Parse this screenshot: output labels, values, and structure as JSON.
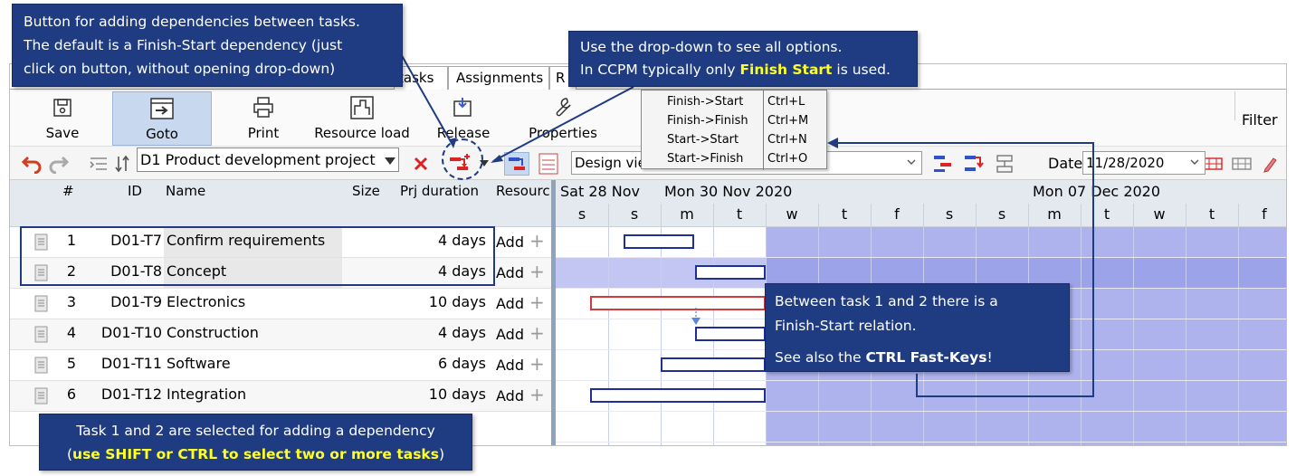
{
  "tabs": [
    {
      "label": "tasks"
    },
    {
      "label": "Assignments"
    },
    {
      "label": "R"
    }
  ],
  "ribbon": {
    "save": "Save",
    "goto": "Goto",
    "print": "Print",
    "resource_load": "Resource load",
    "release": "Release",
    "properties": "Properties",
    "filter": "Filter"
  },
  "toolbar": {
    "project": "D1 Product development project",
    "design_view": "Design view",
    "date_label": "Date",
    "date_value": "11/28/2020"
  },
  "grid": {
    "headers": {
      "num": "#",
      "id": "ID",
      "name": "Name",
      "size": "Size",
      "prj_duration": "Prj duration",
      "resource": "Resource"
    },
    "rows": [
      {
        "num": "1",
        "id": "D01-T7",
        "name": "Confirm requirements",
        "size": "",
        "duration": "4 days",
        "resource": "Add",
        "selected": true
      },
      {
        "num": "2",
        "id": "D01-T8",
        "name": "Concept",
        "size": "",
        "duration": "4 days",
        "resource": "Add",
        "selected": true
      },
      {
        "num": "3",
        "id": "D01-T9",
        "name": "Electronics",
        "size": "",
        "duration": "10 days",
        "resource": "Add",
        "selected": false
      },
      {
        "num": "4",
        "id": "D01-T10",
        "name": "Construction",
        "size": "",
        "duration": "4 days",
        "resource": "Add",
        "selected": false
      },
      {
        "num": "5",
        "id": "D01-T11",
        "name": "Software",
        "size": "",
        "duration": "6 days",
        "resource": "Add",
        "selected": false
      },
      {
        "num": "6",
        "id": "D01-T12",
        "name": "Integration",
        "size": "",
        "duration": "10 days",
        "resource": "Add",
        "selected": false
      }
    ]
  },
  "gantt": {
    "weeks": [
      "Sat 28 Nov",
      "Mon 30 Nov 2020",
      "Mon 07 Dec 2020"
    ],
    "days": [
      "s",
      "s",
      "m",
      "t",
      "w",
      "t",
      "f",
      "s",
      "s",
      "m",
      "t",
      "w",
      "t",
      "f"
    ],
    "bars": [
      {
        "row": 1,
        "start_day": 1.3,
        "length_days": 1.35,
        "critical": false
      },
      {
        "row": 2,
        "start_day": 2.65,
        "length_days": 1.35,
        "critical": false
      },
      {
        "row": 3,
        "start_day": 0.65,
        "length_days": 3.35,
        "critical": true
      },
      {
        "row": 4,
        "start_day": 2.65,
        "length_days": 1.35,
        "critical": false
      },
      {
        "row": 5,
        "start_day": 2.0,
        "length_days": 2.0,
        "critical": false
      },
      {
        "row": 6,
        "start_day": 0.65,
        "length_days": 3.35,
        "critical": false
      }
    ]
  },
  "dropdown_menu": [
    {
      "label": "Finish->Start",
      "key": "Ctrl+L"
    },
    {
      "label": "Finish->Finish",
      "key": "Ctrl+M"
    },
    {
      "label": "Start->Start",
      "key": "Ctrl+N"
    },
    {
      "label": "Start->Finish",
      "key": "Ctrl+O"
    }
  ],
  "callouts": {
    "button": {
      "line1": "Button for adding dependencies between tasks.",
      "line2": "The default  is a Finish-Start dependency (just",
      "line3": "click on button, without opening drop-down)"
    },
    "dropdown": {
      "line1": "Use the drop-down to see all options.",
      "line2_pre": "In CCPM typically only ",
      "line2_hl": "Finish Start",
      "line2_post": " is used."
    },
    "relation": {
      "line1": "Between task 1 and 2 there is a",
      "line2": "Finish-Start relation.",
      "line3_pre": "See also the ",
      "line3_b": "CTRL Fast-Keys",
      "line3_post": "!"
    },
    "selected": {
      "line1": "Task 1 and 2 are selected for adding a dependency",
      "line2_open": "(",
      "line2_hl": "use SHIFT or CTRL to select two or more tasks",
      "line2_close": ")"
    }
  },
  "colors": {
    "callout_bg": "#1f3c82",
    "highlight": "#ffff22",
    "weekday_shade": "#aeb3ee",
    "bar_border": "#1f2f9a",
    "critical_bar": "#d63a3a"
  }
}
